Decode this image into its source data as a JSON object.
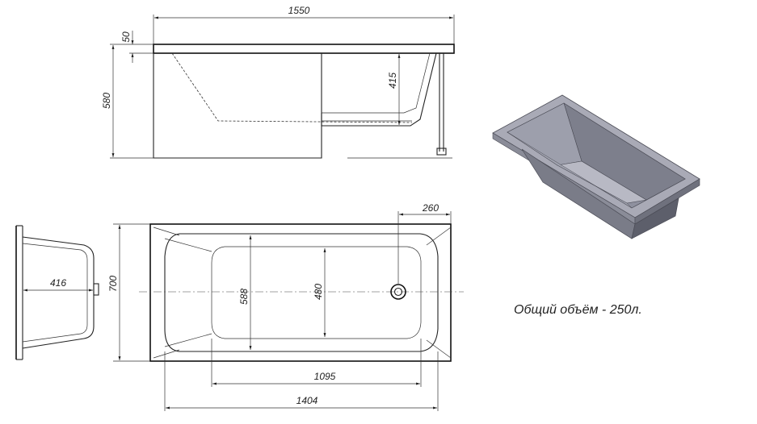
{
  "dimensions": {
    "total_length": "1550",
    "rim_thickness": "50",
    "total_height": "580",
    "inner_depth": "415",
    "end_offset": "260",
    "total_width": "700",
    "end_depth": "416",
    "inner_width_top": "588",
    "inner_width_bottom": "480",
    "bottom_length": "1095",
    "inner_length": "1404"
  },
  "volume_note": "Общий объём - 250л.",
  "colors": {
    "line": "#1a1a1a",
    "tub_rim": "#a9aab6",
    "tub_inner": "#8e909e",
    "tub_side": "#7d7f8c",
    "tub_dark": "#5d5f6b"
  }
}
